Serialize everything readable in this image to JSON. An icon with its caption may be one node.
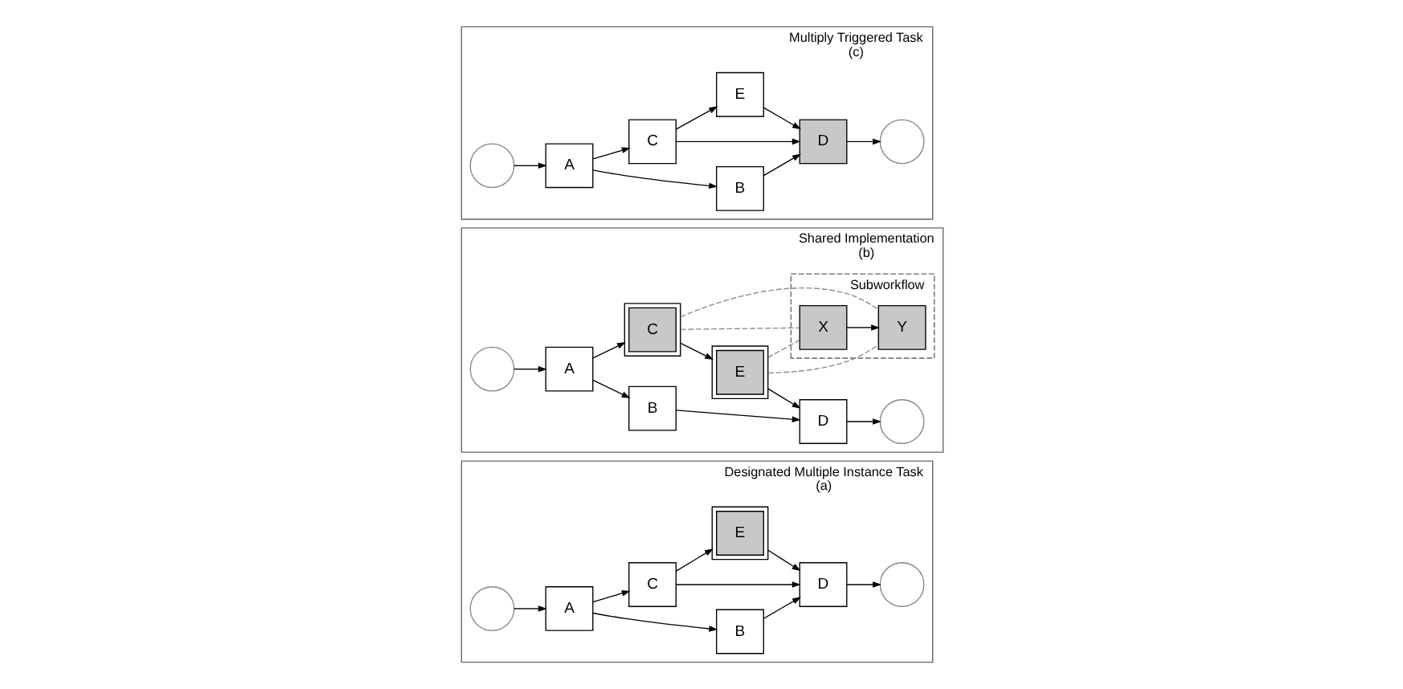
{
  "diagram": {
    "nodes": [
      {
        "text": [
          "Designated Multiple Instance Task",
          "(a)"
        ]
      },
      {
        "text": [],
        "shape": "circle",
        "in": 0
      },
      {
        "text": [
          "A"
        ],
        "in": 0
      },
      {
        "text": [
          "B"
        ],
        "in": 0
      },
      {
        "text": [
          "D"
        ],
        "in": 0
      },
      {
        "text": [],
        "shape": "circle",
        "in": 0
      },
      {
        "text": [
          "C"
        ],
        "in": 0
      },
      {
        "text": [
          "E"
        ],
        "in": 0
      },
      {
        "text": [
          "Shared Implementation",
          "(b)"
        ]
      },
      {
        "text": [],
        "shape": "circle",
        "in": 8
      },
      {
        "text": [
          "A"
        ],
        "in": 8
      },
      {
        "text": [
          "B"
        ],
        "in": 8
      },
      {
        "text": [
          "D"
        ],
        "in": 8
      },
      {
        "text": [],
        "shape": "circle",
        "in": 8
      },
      {
        "text": [
          "C"
        ],
        "in": 8
      },
      {
        "text": [
          "E"
        ],
        "in": 8
      },
      {
        "text": [
          "Subworkflow"
        ],
        "in": 8
      },
      {
        "text": [
          "X"
        ],
        "in": 16
      },
      {
        "text": [
          "Y"
        ],
        "in": 16
      },
      {
        "text": [
          "Multiply Triggered Task",
          "(c)"
        ]
      },
      {
        "text": [],
        "shape": "circle",
        "in": 19
      },
      {
        "text": [
          "A"
        ],
        "in": 19
      },
      {
        "text": [
          "B"
        ],
        "in": 19
      },
      {
        "text": [
          "D"
        ],
        "in": 19
      },
      {
        "text": [],
        "shape": "circle",
        "in": 19
      },
      {
        "text": [
          "C"
        ],
        "in": 19
      },
      {
        "text": [
          "E"
        ],
        "in": 19
      }
    ],
    "edges": [
      {
        "from": 1,
        "to": 2,
        "arrow": "to"
      },
      {
        "from": 2,
        "to": 3,
        "arrow": "to"
      },
      {
        "from": 3,
        "to": 4,
        "arrow": "to"
      },
      {
        "from": 4,
        "to": 5,
        "arrow": "to"
      },
      {
        "from": 2,
        "to": 6,
        "arrow": "to"
      },
      {
        "from": 6,
        "to": 4,
        "arrow": "to"
      },
      {
        "from": 6,
        "to": 7,
        "arrow": "to"
      },
      {
        "from": 7,
        "to": 4,
        "arrow": "to"
      },
      {
        "from": 9,
        "to": 10,
        "arrow": "to"
      },
      {
        "from": 10,
        "to": 11,
        "arrow": "to"
      },
      {
        "from": 11,
        "to": 12,
        "arrow": "to"
      },
      {
        "from": 12,
        "to": 13,
        "arrow": "to"
      },
      {
        "from": 10,
        "to": 14,
        "arrow": "to"
      },
      {
        "from": 14,
        "to": 15,
        "arrow": "to"
      },
      {
        "from": 15,
        "to": 12,
        "arrow": "to"
      },
      {
        "from": 14,
        "to": 17,
        "arrow": "none",
        "style": "dashed",
        "color": "#888888"
      },
      {
        "from": 14,
        "to": 18,
        "arrow": "none",
        "style": "dashed",
        "color": "#888888"
      },
      {
        "from": 15,
        "to": 17,
        "arrow": "none",
        "style": "dashed",
        "color": "#888888"
      },
      {
        "from": 15,
        "to": 18,
        "arrow": "none",
        "style": "dashed",
        "color": "#888888"
      },
      {
        "from": 17,
        "to": 18,
        "arrow": "to"
      },
      {
        "from": 20,
        "to": 21,
        "arrow": "to"
      },
      {
        "from": 21,
        "to": 22,
        "arrow": "to"
      },
      {
        "from": 22,
        "to": 23,
        "arrow": "to"
      },
      {
        "from": 23,
        "to": 24,
        "arrow": "to"
      },
      {
        "from": 21,
        "to": 25,
        "arrow": "to"
      },
      {
        "from": 25,
        "to": 23,
        "arrow": "to"
      },
      {
        "from": 25,
        "to": 26,
        "arrow": "to"
      },
      {
        "from": 26,
        "to": 23,
        "arrow": "to"
      }
    ]
  }
}
